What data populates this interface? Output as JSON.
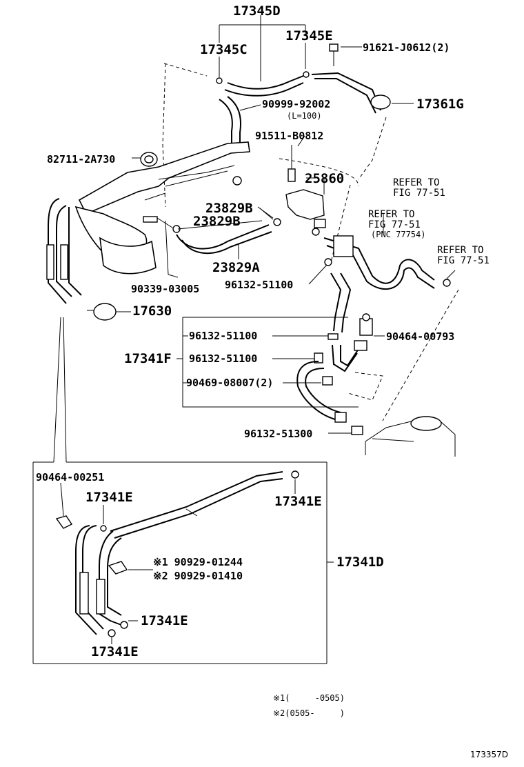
{
  "labels": {
    "p17345D": "17345D",
    "p17345C": "17345C",
    "p17345E": "17345E",
    "p91621": "91621-J0612(2)",
    "p90999": "90999-92002",
    "p90999_len": "(L=100)",
    "p17361G": "17361G",
    "p91511": "91511-B0812",
    "p82711": "82711-2A730",
    "p25860": "25860",
    "p23829B_1": "23829B",
    "p23829B_2": "23829B",
    "p23829A": "23829A",
    "p90339": "90339-03005",
    "p96132_a": "96132-51100",
    "p17630": "17630",
    "p96132_b": "96132-51100",
    "p90464_793": "90464-00793",
    "p17341F": "17341F",
    "p96132_c": "96132-51100",
    "p90469": "90469-08007(2)",
    "p96132_513": "96132-51300",
    "p90464_251": "90464-00251",
    "p17341E_1": "17341E",
    "p17341E_2": "17341E",
    "p17341E_3": "17341E",
    "p17341E_4": "17341E",
    "p17341D": "17341D",
    "p90929_1": "※1 90929-01244",
    "p90929_2": "※2 90929-01410"
  },
  "references": {
    "ref1_line1": "REFER TO",
    "ref1_line2": "FIG 77-51",
    "ref2_line1": "REFER TO",
    "ref2_line2": "FIG 77-51",
    "ref2_line3": "(PNC 77754)",
    "ref3_line1": "REFER TO",
    "ref3_line2": "FIG 77-51"
  },
  "notes": {
    "note1": "※1(     -0505)",
    "note2": "※2(0505-     )"
  },
  "figure_id": "173357D"
}
